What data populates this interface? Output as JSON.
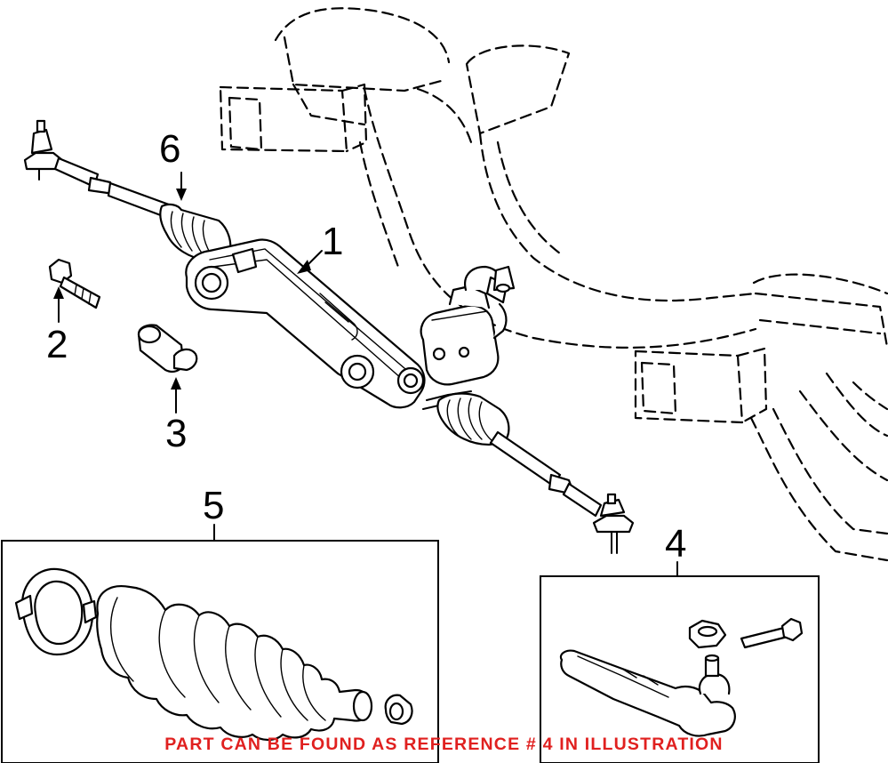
{
  "callouts": {
    "part_1": "1",
    "part_2": "2",
    "part_3": "3",
    "part_4": "4",
    "part_5": "5",
    "part_6": "6"
  },
  "notice": {
    "text": "PART CAN BE FOUND AS REFERENCE # 4 IN ILLUSTRATION",
    "color": "#e0201f"
  },
  "colors": {
    "line_art": "#000000",
    "background": "#ffffff"
  }
}
